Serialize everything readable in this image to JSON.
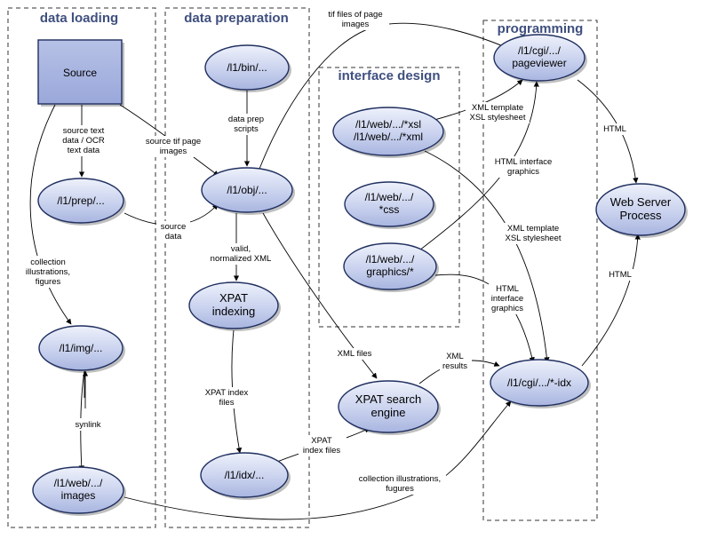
{
  "lanes": {
    "data_loading": "data loading",
    "data_preparation": "data preparation",
    "interface_design": "interface design",
    "programming": "programming"
  },
  "nodes": {
    "source": "Source",
    "bin": "/l1/bin/...",
    "obj": "/l1/obj/...",
    "prep": "/l1/prep/...",
    "img": "/l1/img/...",
    "web_images": [
      "/l1/web/.../",
      "images"
    ],
    "xpat_indexing": [
      "XPAT",
      "indexing"
    ],
    "idx": "/l1/idx/...",
    "xsl_xml": [
      "/l1/web/.../*xsl",
      "/l1/web/.../*xml"
    ],
    "css": [
      "/l1/web/.../",
      "*css"
    ],
    "graphics": [
      "/l1/web/.../",
      "graphics/*"
    ],
    "xpat_search": [
      "XPAT search",
      "engine"
    ],
    "pageviewer": [
      "/l1/cgi/.../",
      "pageviewer"
    ],
    "cgi_idx": "/l1/cgi/.../*-idx",
    "web_server": [
      "Web Server",
      "Process"
    ]
  },
  "edges": {
    "source_text": [
      "source text",
      "data / OCR",
      "text data"
    ],
    "source_tif": [
      "source tif page",
      "images"
    ],
    "data_prep_scripts": [
      "data prep",
      "scripts"
    ],
    "source_data": [
      "source",
      "data"
    ],
    "collection_illustrations": [
      "collection",
      "illustrations,",
      "figures"
    ],
    "valid_xml": [
      "valid,",
      "normalized XML"
    ],
    "xpat_index_files": [
      "XPAT index",
      "files"
    ],
    "synlink": "synlink",
    "xpat_index_files2": [
      "XPAT",
      "index files"
    ],
    "xml_files": "XML files",
    "xml_results": [
      "XML",
      "results"
    ],
    "tif_files": [
      "tif files of page",
      "images"
    ],
    "xml_template_top": [
      "XML template",
      "XSL stylesheet"
    ],
    "html_interface_top": [
      "HTML interface",
      "graphics"
    ],
    "xml_template_mid": [
      "XML template",
      "XSL stylesheet"
    ],
    "html_interface_mid": [
      "HTML",
      "interface",
      "graphics"
    ],
    "html_top": "HTML",
    "html_bottom": "HTML",
    "collection_illustrations_fugures": [
      "collection illustrations,",
      "fugures"
    ]
  }
}
